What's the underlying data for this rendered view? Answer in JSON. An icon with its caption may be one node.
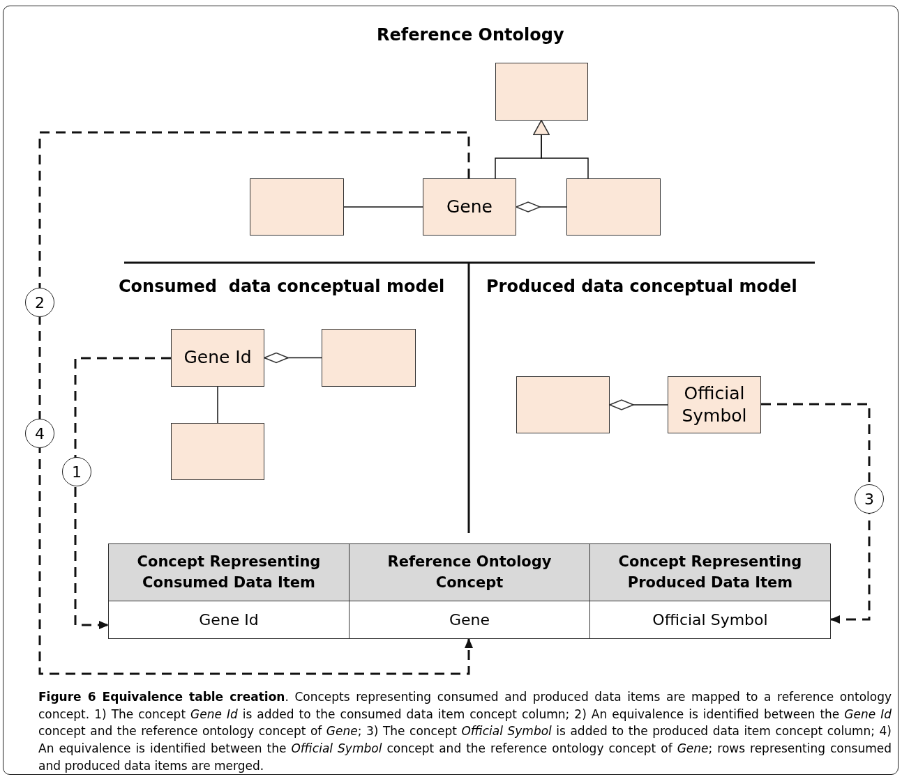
{
  "diagram": {
    "caption": "**Figure 6 Equivalence table creation**. Concepts representing consumed and produced data items are mapped to a reference ontology concept. 1) The concept *Gene Id* is added to the consumed data item concept column; 2) An equivalence is identified between the *Gene Id* concept and the reference ontology concept of *Gene*; 3) The concept *Official Symbol* is added to the produced data item concept column; 4) An equivalence is identified between the *Official Symbol* concept and the reference ontology concept of *Gene*; rows representing consumed and produced data items are merged.",
    "nodes": [
      {
        "text": [],
        "shape": "box"
      },
      {
        "text": [],
        "shape": "box"
      },
      {
        "text": [
          "Gene"
        ]
      },
      {
        "text": [],
        "shape": "box"
      },
      {
        "text": [
          "Gene Id"
        ]
      },
      {
        "text": [],
        "shape": "box"
      },
      {
        "text": [],
        "shape": "box"
      },
      {
        "text": [],
        "shape": "box"
      },
      {
        "text": [
          "Official Symbol"
        ]
      },
      {
        "text": [
          "Concept Representing Consumed Data Item"
        ]
      },
      {
        "text": [
          "Reference Ontology Concept"
        ]
      },
      {
        "text": [
          "Concept Representing Produced Data Item"
        ]
      },
      {
        "text": [
          "Gene Id"
        ]
      },
      {
        "text": [
          "Gene"
        ]
      },
      {
        "text": [
          "Official Symbol"
        ]
      }
    ],
    "edges": [
      {
        "from": 4,
        "to": 12,
        "arrow": "to",
        "style": "dashed",
        "label": "1"
      },
      {
        "from": 2,
        "to": 13,
        "arrow": "to",
        "style": "dashed",
        "label": "2"
      },
      {
        "from": 8,
        "to": 14,
        "arrow": "to",
        "style": "dashed",
        "label": "3"
      },
      {
        "from": 1,
        "to": 2,
        "arrow": "none"
      },
      {
        "from": 3,
        "to": 2,
        "arrow": "other"
      },
      {
        "from": 2,
        "to": 0,
        "arrow": "to"
      },
      {
        "from": 3,
        "to": 0,
        "arrow": "to"
      },
      {
        "from": 5,
        "to": 4,
        "arrow": "other"
      },
      {
        "from": 4,
        "to": 6,
        "arrow": "none"
      },
      {
        "from": 8,
        "to": 7,
        "arrow": "other"
      }
    ],
    "labels": [
      "Reference Ontology",
      "Consumed  data conceptual model",
      "Produced data conceptual model",
      "4"
    ]
  }
}
